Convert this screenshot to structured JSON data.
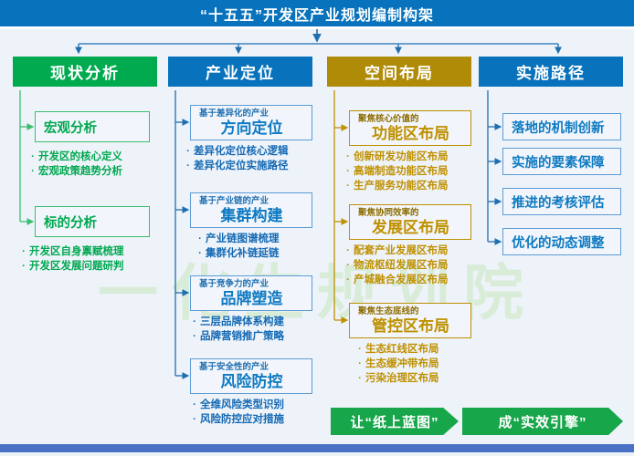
{
  "header": {
    "title": "“十五五”开发区产业规划编制构架"
  },
  "watermark": {
    "text": "一化生规划院"
  },
  "colors": {
    "green": "#00ab50",
    "blue": "#0873bc",
    "gold": "#b08b08",
    "background": "#eef3fa",
    "bottom_bar": "#4a72c4",
    "chevron": "#17a64a"
  },
  "columns": [
    {
      "id": "col-status-analysis",
      "head": "现状分析",
      "accent": "green",
      "groups": [
        {
          "box_type": "simple",
          "title": "宏观分析",
          "bullets": [
            "开发区的核心定义",
            "宏观政策趋势分析"
          ]
        },
        {
          "box_type": "simple",
          "title": "标的分析",
          "bullets": [
            "开发区自身禀赋梳理",
            "开发区发展问题研判"
          ]
        }
      ]
    },
    {
      "id": "col-industry-positioning",
      "head": "产业定位",
      "accent": "blue",
      "groups": [
        {
          "box_type": "two-line",
          "pre": "基于差异化的产业",
          "title": "方向定位",
          "bullets": [
            "差异化定位核心逻辑",
            "差异化定位实施路径"
          ]
        },
        {
          "box_type": "two-line",
          "pre": "基于产业链的产业",
          "title": "集群构建",
          "bullets": [
            "产业链图谱梳理",
            "集群化补链延链"
          ]
        },
        {
          "box_type": "two-line",
          "pre": "基于竞争力的产业",
          "title": "品牌塑造",
          "bullets": [
            "三层品牌体系构建",
            "品牌营销推广策略"
          ]
        },
        {
          "box_type": "two-line",
          "pre": "基于安全性的产业",
          "title": "风险防控",
          "bullets": [
            "全维风险类型识别",
            "风险防控应对措施"
          ]
        }
      ]
    },
    {
      "id": "col-spatial-layout",
      "head": "空间布局",
      "accent": "gold",
      "groups": [
        {
          "box_type": "two-line",
          "pre": "聚焦核心价值的",
          "title": "功能区布局",
          "bullets": [
            "创新研发功能区布局",
            "高端制造功能区布局",
            "生产服务功能区布局"
          ]
        },
        {
          "box_type": "two-line",
          "pre": "聚焦协同效率的",
          "title": "发展区布局",
          "bullets": [
            "配套产业发展区布局",
            "物流枢纽发展区布局",
            "产城融合发展区布局"
          ]
        },
        {
          "box_type": "two-line",
          "pre": "聚焦生态底线的",
          "title": "管控区布局",
          "bullets": [
            "生态红线区布局",
            "生态缓冲带布局",
            "污染治理区布局"
          ]
        }
      ]
    },
    {
      "id": "col-implementation-path",
      "head": "实施路径",
      "accent": "blue",
      "groups": [
        {
          "box_type": "simple",
          "title": "落地的机制创新",
          "bullets": []
        },
        {
          "box_type": "simple",
          "title": "实施的要素保障",
          "bullets": []
        },
        {
          "box_type": "simple",
          "title": "推进的考核评估",
          "bullets": []
        },
        {
          "box_type": "simple",
          "title": "优化的动态调整",
          "bullets": []
        }
      ]
    }
  ],
  "banner": {
    "left": "让“纸上蓝图”",
    "right": "成“实效引擎”"
  }
}
